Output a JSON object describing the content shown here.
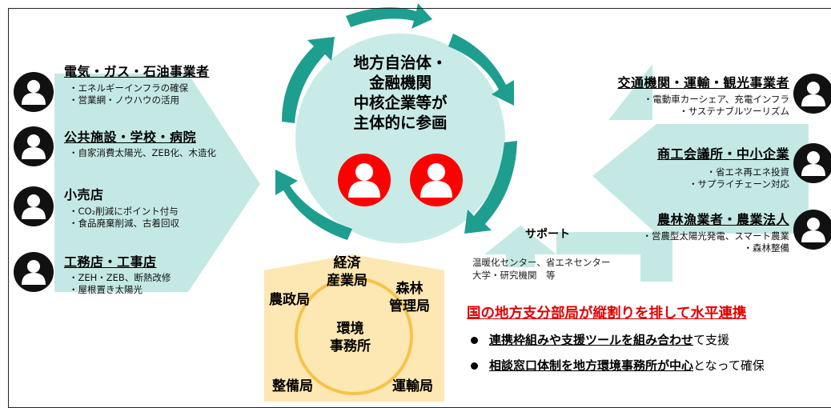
{
  "center": {
    "lines": [
      "地方自治体・",
      "金融機関",
      "中核企業等が",
      "主体的に参画"
    ]
  },
  "left_actors": [
    {
      "name": "電気・ガス・石油事業者",
      "details": [
        "・エネルギーインフラの確保",
        "・営業網・ノウハウの活用"
      ]
    },
    {
      "name": "公共施設・学校・病院",
      "details": [
        "・自家消費太陽光、ZEB化、木造化"
      ]
    },
    {
      "name": "小売店",
      "details": [
        "・CO₂削減にポイント付与",
        "・食品廃棄削減、古着回収"
      ]
    },
    {
      "name": "工務店・工事店",
      "details": [
        "・ZEH・ZEB、断熱改修",
        "・屋根置き太陽光"
      ]
    }
  ],
  "right_actors": [
    {
      "name": "交通機関・運輸・観光事業者",
      "details": [
        "・電動車カーシェア、充電インフラ",
        "・サステナブルツーリズム"
      ]
    },
    {
      "name": "商工会議所・中小企業",
      "details": [
        "・省エネ再エネ投資",
        "・サプライチェーン対応"
      ]
    },
    {
      "name": "農林漁業者・農業法人",
      "details": [
        "・営農型太陽光発電、スマート農業",
        "・森林整備"
      ]
    }
  ],
  "support": {
    "label": "サポート",
    "lines": [
      "温暖化センター、省エネセンター",
      "大学・研究機関　等"
    ]
  },
  "government": {
    "center_lines": [
      "環境",
      "事務所"
    ],
    "bureaus": {
      "keizai": [
        "経済",
        "産業局"
      ],
      "shinrin": [
        "森林",
        "管理局"
      ],
      "nousei": [
        "農政局"
      ],
      "seibi": [
        "整備局"
      ],
      "unyu": [
        "運輸局"
      ]
    }
  },
  "horizontal": {
    "title": "国の地方支分部局が縦割りを排して水平連携",
    "bullets": [
      {
        "strong": "連携枠組みや支援ツールを組み合わせ",
        "rest": "て支援"
      },
      {
        "strong": "相談窓口体制を地方環境事務所が中心",
        "rest": "となって確保"
      }
    ]
  },
  "colors": {
    "teal_arrow": "#1e9e8f",
    "teal_light": "#c4e9e5",
    "center_circle": "#c9ebe7",
    "red_person": "#ff0000",
    "hexagon": "#fde7b3",
    "hex_ring": "#f6c34a",
    "title_red": "#e10000"
  }
}
